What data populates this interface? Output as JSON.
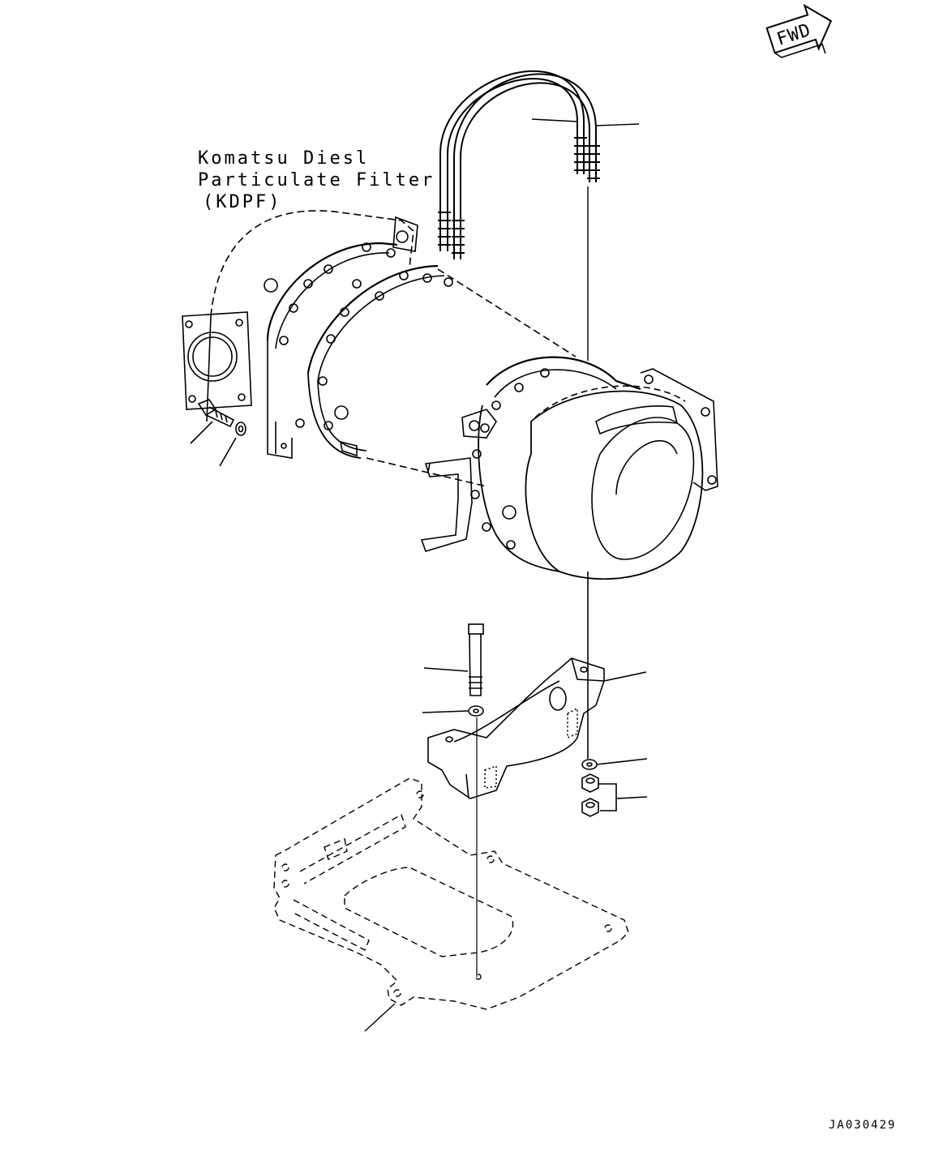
{
  "diagram": {
    "title_lines": [
      "Komatsu Diesl",
      "Particulate Filter",
      "(KDPF)"
    ],
    "direction_badge": "FWD",
    "drawing_code": "JA030429",
    "colors": {
      "line": "#000000",
      "background": "#ffffff"
    }
  }
}
